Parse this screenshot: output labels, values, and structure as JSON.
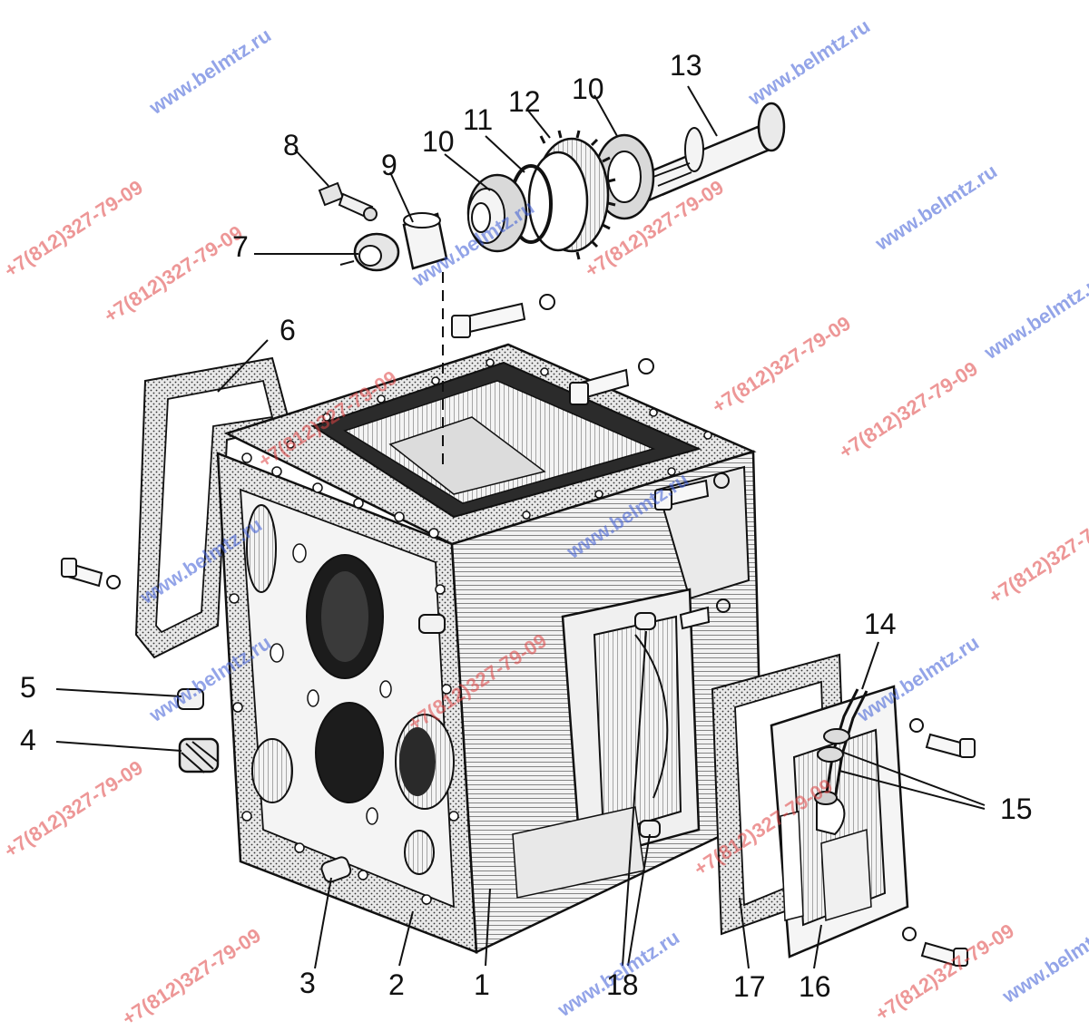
{
  "watermark": {
    "site": "www.belmtz.ru",
    "phone": "+7(812)327-79-09",
    "site_color": "#3b5bd6",
    "phone_color": "#e04343"
  },
  "callouts": {
    "c1": "1",
    "c2": "2",
    "c3": "3",
    "c4": "4",
    "c5": "5",
    "c6": "6",
    "c7": "7",
    "c8": "8",
    "c9": "9",
    "c10a": "10",
    "c10b": "10",
    "c11": "11",
    "c12": "12",
    "c13": "13",
    "c14": "14",
    "c15": "15",
    "c16": "16",
    "c17": "17",
    "c18": "18"
  }
}
